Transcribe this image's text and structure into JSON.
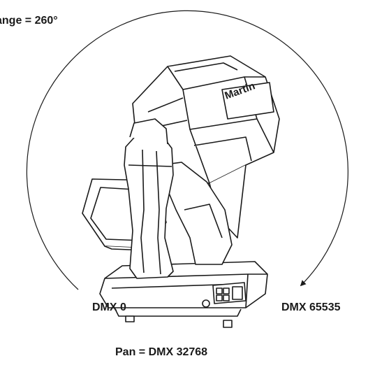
{
  "labels": {
    "range": "ange = 260°",
    "dmx_start": "DMX 0",
    "dmx_end": "DMX 65535",
    "center": "Pan = DMX 32768"
  },
  "logo_text": "Martin",
  "colors": {
    "line": "#1a1a1a",
    "fill": "#ffffff",
    "text": "#1a1a1a"
  }
}
